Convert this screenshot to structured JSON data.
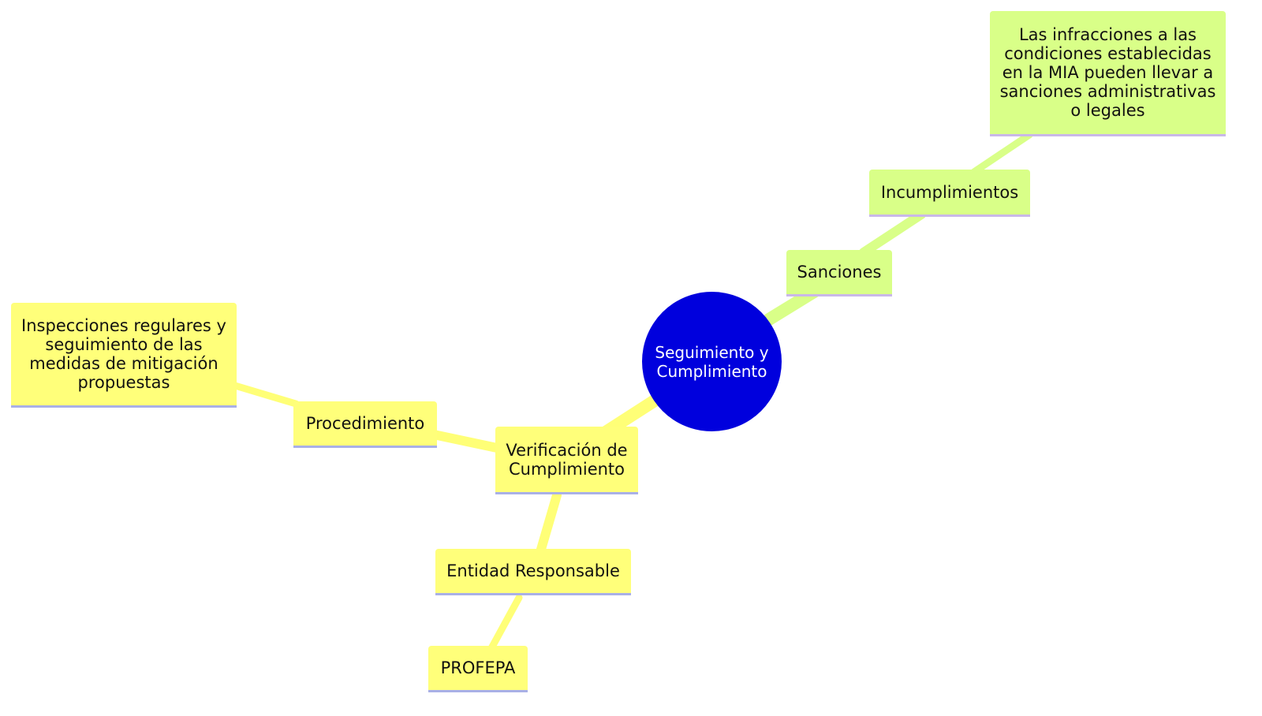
{
  "mindmap": {
    "root": {
      "label": "Seguimiento y Cumplimiento"
    },
    "verificacion": {
      "label": "Verificación de Cumplimiento"
    },
    "procedimiento": {
      "label": "Procedimiento"
    },
    "inspecciones": {
      "label": "Inspecciones regulares y seguimiento de las medidas de mitigación propuestas"
    },
    "entidad": {
      "label": "Entidad Responsable"
    },
    "profepa": {
      "label": "PROFEPA"
    },
    "sanciones": {
      "label": "Sanciones"
    },
    "incumplimientos": {
      "label": "Incumplimientos"
    },
    "infracciones": {
      "label": "Las infracciones a las condiciones establecidas en la MIA pueden llevar a sanciones administrativas o legales"
    }
  },
  "colors": {
    "root": "#0000dd",
    "branch_yellow": "#ffff7a",
    "branch_green": "#d9ff88",
    "edge_yellow": "#ffff77",
    "edge_green": "#d9ff88"
  }
}
